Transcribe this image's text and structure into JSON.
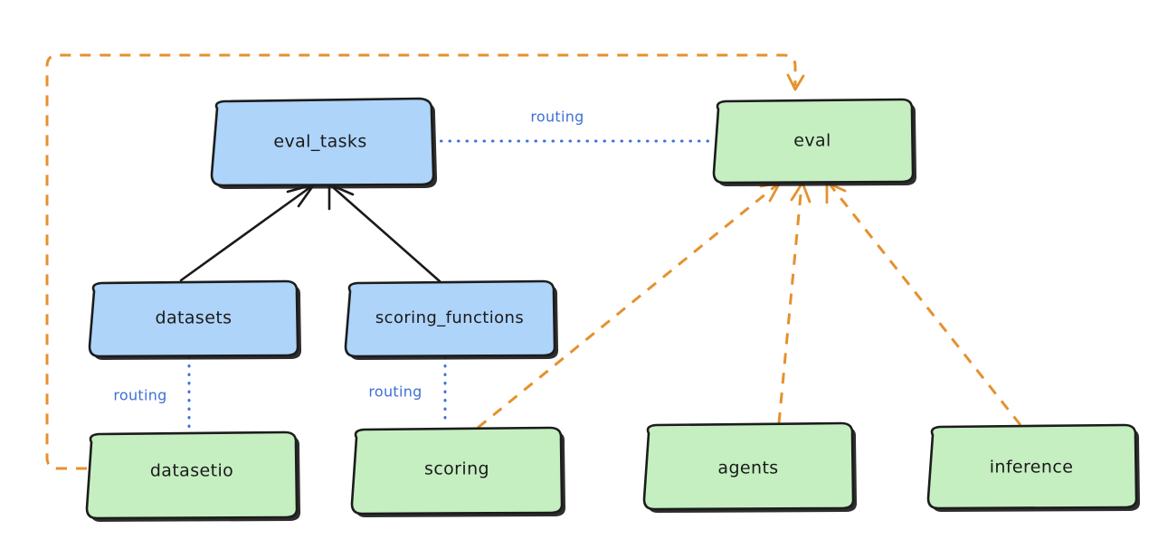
{
  "diagram": {
    "type": "architecture-dependency-graph",
    "background_color": "#ffffff",
    "palette": {
      "api_node_fill": "#aed4fa",
      "provider_node_fill": "#c5efc1",
      "node_border": "#1c1c1c",
      "routing_edge_color": "#3f6fd8",
      "dependency_edge_color": "#e5912e",
      "solid_edge_color": "#1a1a1a",
      "label_text_color": "#1a1a1a"
    },
    "nodes": [
      {
        "id": "eval_tasks",
        "label": "eval_tasks",
        "kind": "api",
        "fill": "#aed4fa"
      },
      {
        "id": "eval",
        "label": "eval",
        "kind": "provider",
        "fill": "#c5efc1"
      },
      {
        "id": "datasets",
        "label": "datasets",
        "kind": "api",
        "fill": "#aed4fa"
      },
      {
        "id": "scoring_functions",
        "label": "scoring_functions",
        "kind": "api",
        "fill": "#aed4fa"
      },
      {
        "id": "datasetio",
        "label": "datasetio",
        "kind": "provider",
        "fill": "#c5efc1"
      },
      {
        "id": "scoring",
        "label": "scoring",
        "kind": "provider",
        "fill": "#c5efc1"
      },
      {
        "id": "agents",
        "label": "agents",
        "kind": "provider",
        "fill": "#c5efc1"
      },
      {
        "id": "inference",
        "label": "inference",
        "kind": "provider",
        "fill": "#c5efc1"
      }
    ],
    "edges": [
      {
        "from": "eval_tasks",
        "to": "eval",
        "style": "dotted",
        "color": "#3f6fd8",
        "label": "routing",
        "arrow": false
      },
      {
        "from": "datasets",
        "to": "datasetio",
        "style": "dotted",
        "color": "#3f6fd8",
        "label": "routing",
        "arrow": false
      },
      {
        "from": "scoring_functions",
        "to": "scoring",
        "style": "dotted",
        "color": "#3f6fd8",
        "label": "routing",
        "arrow": false
      },
      {
        "from": "datasets",
        "to": "eval_tasks",
        "style": "solid",
        "color": "#1a1a1a",
        "label": "",
        "arrow": true
      },
      {
        "from": "scoring_functions",
        "to": "eval_tasks",
        "style": "solid",
        "color": "#1a1a1a",
        "label": "",
        "arrow": true
      },
      {
        "from": "datasetio",
        "to": "eval",
        "style": "dashed",
        "color": "#e5912e",
        "label": "",
        "arrow": true
      },
      {
        "from": "scoring",
        "to": "eval",
        "style": "dashed",
        "color": "#e5912e",
        "label": "",
        "arrow": true
      },
      {
        "from": "agents",
        "to": "eval",
        "style": "dashed",
        "color": "#e5912e",
        "label": "",
        "arrow": true
      },
      {
        "from": "inference",
        "to": "eval",
        "style": "dashed",
        "color": "#e5912e",
        "label": "",
        "arrow": true
      }
    ],
    "edge_labels": {
      "routing_1": "routing",
      "routing_2": "routing",
      "routing_3": "routing"
    }
  }
}
